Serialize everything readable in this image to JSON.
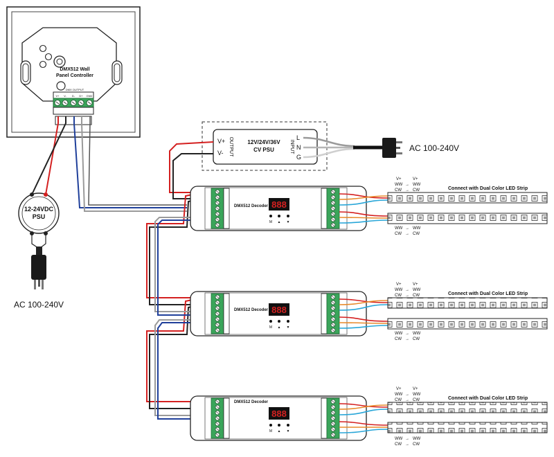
{
  "wall_panel": {
    "label_line1": "DMX512 Wall",
    "label_line2": "Panel Controller",
    "output_label": "DMX OUTPUT",
    "terminals": [
      "V+",
      "V-",
      "D-",
      "D+",
      "GND"
    ]
  },
  "psu_12_24": {
    "label_line1": "12-24VDC",
    "label_line2": "PSU",
    "ac_label": "AC 100-240V"
  },
  "cv_psu": {
    "output_label": "OUTPUT",
    "vplus": "V+",
    "vminus": "V-",
    "title_line1": "12V/24V/36V",
    "title_line2": "CV PSU",
    "input_label": "INPUT",
    "L": "L",
    "N": "N",
    "G": "G",
    "ac_label": "AC 100-240V"
  },
  "decoder": {
    "title": "DMX512 Decoder",
    "display": "888",
    "buttons": [
      "M",
      "▲",
      "▼"
    ]
  },
  "strip": {
    "label": "Connect with Dual Color LED Strip",
    "vplus": "V+",
    "ww": "WW",
    "cw": "CW",
    "arrow": "→"
  },
  "colors": {
    "red": "#d42020",
    "blue": "#1f3f9a",
    "gray": "#9a9a9a",
    "black": "#111111",
    "cyan": "#28a6d8",
    "orange": "#e88a2c",
    "green": "#26a03a"
  }
}
